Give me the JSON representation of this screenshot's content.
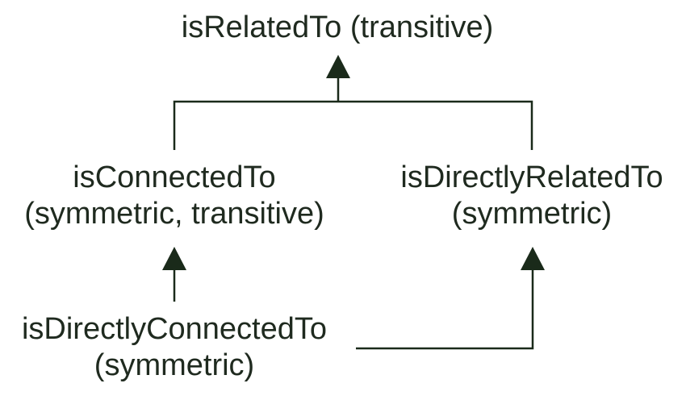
{
  "diagram": {
    "type": "hierarchy",
    "nodes": {
      "top": {
        "lines": [
          "isRelatedTo (transitive)"
        ]
      },
      "left": {
        "lines": [
          "isConnectedTo",
          "(symmetric, transitive)"
        ]
      },
      "right": {
        "lines": [
          "isDirectlyRelatedTo",
          "(symmetric)"
        ]
      },
      "bottom": {
        "lines": [
          "isDirectlyConnectedTo",
          "(symmetric)"
        ]
      }
    },
    "edges": [
      {
        "from": "left",
        "to": "top",
        "arrow": "filled-triangle"
      },
      {
        "from": "right",
        "to": "top",
        "arrow": "filled-triangle"
      },
      {
        "from": "bottom",
        "to": "left",
        "arrow": "filled-triangle"
      },
      {
        "from": "bottom",
        "to": "right",
        "arrow": "filled-triangle"
      }
    ],
    "colors": {
      "line": "#1a2a1a",
      "text": "#1f2a1f",
      "background": "#ffffff"
    }
  }
}
